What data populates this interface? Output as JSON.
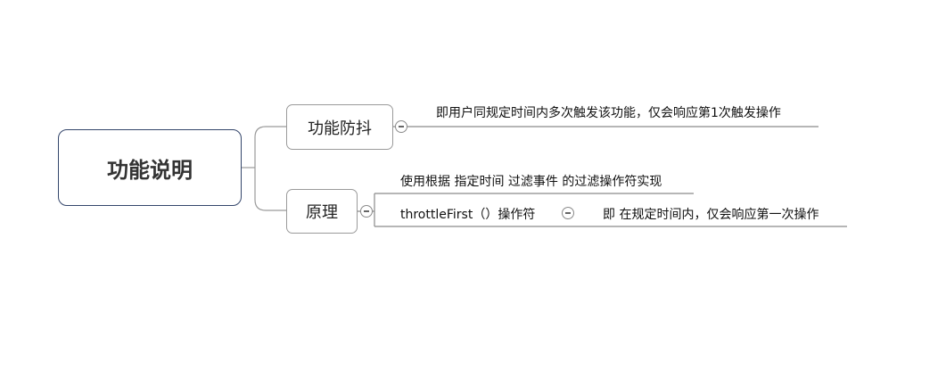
{
  "root": {
    "label": "功能说明"
  },
  "branches": [
    {
      "label": "功能防抖",
      "details": [
        "即用户同规定时间内多次触发该功能，仅会响应第1次触发操作"
      ]
    },
    {
      "label": "原理",
      "details": [
        "使用根据 指定时间 过滤事件 的过滤操作符实现",
        "throttleFirst（）操作符"
      ],
      "sub_detail": "即 在规定时间内，仅会响应第一次操作"
    }
  ]
}
